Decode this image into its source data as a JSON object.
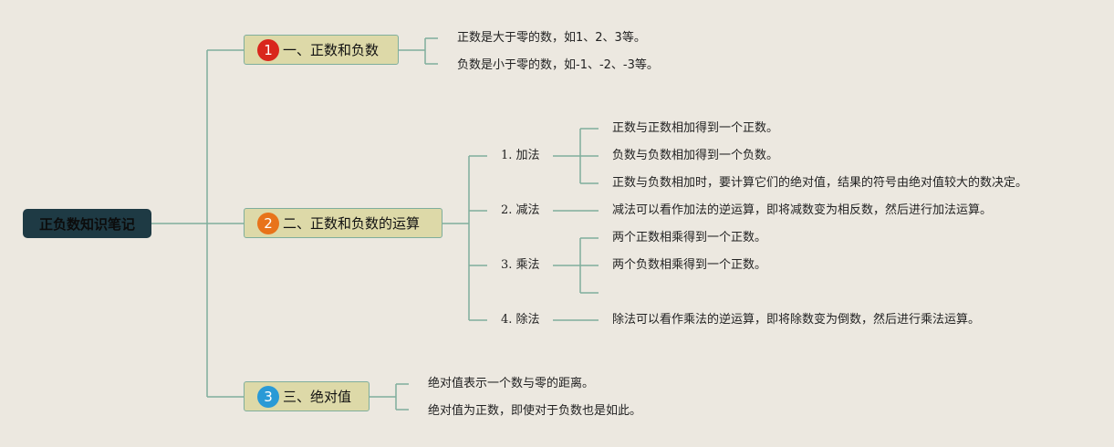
{
  "root": "正负数知识笔记",
  "colors": {
    "line": "#7fae9c",
    "topic_bg": "#ddd9a8",
    "root_bg": "#1e3a44",
    "badge1": "#d9261c",
    "badge2": "#e8731a",
    "badge3": "#2a9ad6"
  },
  "topics": [
    {
      "num": "1",
      "label": "一、正数和负数",
      "notes": [
        "正数是大于零的数，如1、2、3等。",
        "负数是小于零的数，如-1、-2、-3等。"
      ]
    },
    {
      "num": "2",
      "label": "二、正数和负数的运算",
      "subs": [
        {
          "label": "1. 加法",
          "notes": [
            "正数与正数相加得到一个正数。",
            "负数与负数相加得到一个负数。",
            "正数与负数相加时，要计算它们的绝对值，结果的符号由绝对值较大的数决定。"
          ]
        },
        {
          "label": "2. 减法",
          "notes": [
            "减法可以看作加法的逆运算，即将减数变为相反数，然后进行加法运算。"
          ]
        },
        {
          "label": "3. 乘法",
          "notes": [
            "两个正数相乘得到一个正数。",
            "两个负数相乘得到一个正数。"
          ]
        },
        {
          "label": "4. 除法",
          "notes": [
            "除法可以看作乘法的逆运算，即将除数变为倒数，然后进行乘法运算。"
          ]
        }
      ]
    },
    {
      "num": "3",
      "label": "三、绝对值",
      "notes": [
        "绝对值表示一个数与零的距离。",
        "绝对值为正数，即使对于负数也是如此。"
      ]
    }
  ]
}
